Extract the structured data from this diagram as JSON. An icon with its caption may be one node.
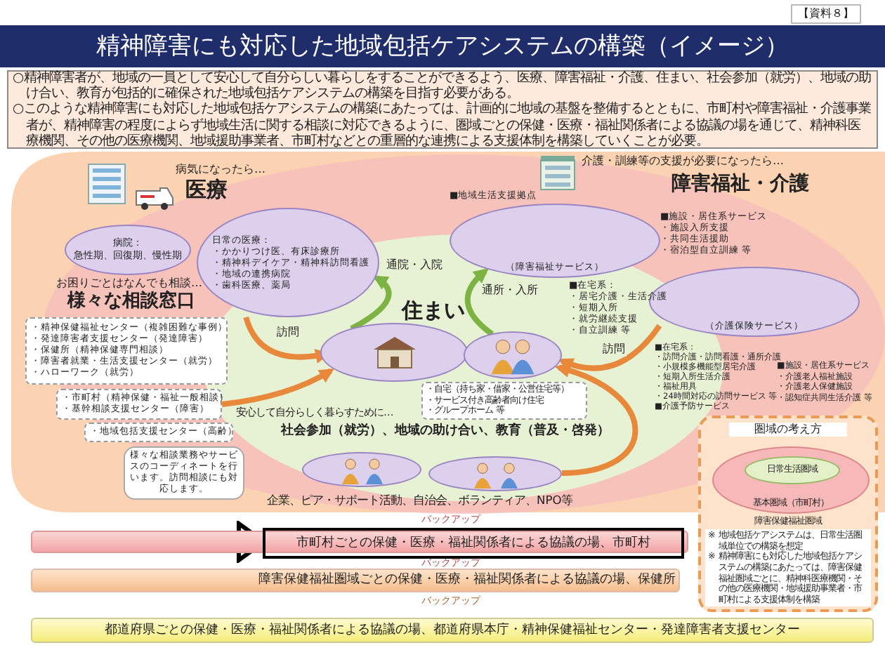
{
  "diagram": {
    "title": "精神障害にも対応した地域包括ケアシステムの構築（イメージ）",
    "nodes": [
      {
        "text": [
          "○精神障害者が、地域の一員として安心して自分らしい暮らしをすることができるよう、医療、障害福祉・介護、住まい、社会参加（就労）、地域の助け合い、教育が包括的に確保された地域包括ケアシステムの構築を目指す必要がある。",
          "○このような精神障害にも対応した地域包括ケアシステムの構築にあたっては、計画的に地域の基盤を整備するとともに、市町村や障害福祉・介護事業者が、精神障害の程度によらず地域生活に関する相談に対応できるように、圏域ごとの保健・医療・福祉関係者による協議の場を通じて、精神科医療機関、その他の医療機関、地域援助事業者、市町村などとの重層的な連携による支援体制を構築していくことが必要。"
        ]
      },
      {
        "text": [
          "病院：",
          "急性期、回復期、慢性期"
        ]
      },
      {
        "text": [
          "日常の医療：",
          "・かかりつけ医、有床診療所",
          "・精神科デイケア・精神科訪問看護",
          "・地域の連携病院",
          "・歯科医療、薬局"
        ]
      },
      {
        "text": [
          "・精神保健福祉センター（複雑困難な事例）",
          "・発達障害者支援センター（発達障害）",
          "・保健所（精神保健専門相談）",
          "・障害者就業・生活支援センター（就労）",
          "・ハローワーク（就労）"
        ]
      },
      {
        "text": [
          "・市町村（精神保健・福祉一般相談）",
          "・基幹相談支援センター（障害）"
        ]
      },
      {
        "text": [
          "・地域包括支援センター（高齢）"
        ]
      },
      {
        "text": [
          "様々な相談業務やサービスのコーディネートを行います。訪問相談にも対応します。"
        ]
      },
      {
        "text": [
          "住まい"
        ]
      },
      {
        "text": [
          "・自宅（持ち家・借家・公営住宅等）",
          "・サービス付き高齢者向け住宅",
          "・グループホーム 等"
        ]
      },
      {
        "text": [],
        "shape": "ellipse"
      },
      {
        "text": [
          "■地域生活支援拠点",
          "（障害福祉サービス）"
        ]
      },
      {
        "text": [
          "（介護保険サービス）"
        ]
      },
      {
        "text": [],
        "shape": "ellipse"
      },
      {
        "text": [],
        "shape": "ellipse"
      },
      {
        "text": [],
        "shape": "bar"
      },
      {
        "text": [
          "市町村ごとの保健・医療・福祉関係者による協議の場、市町村"
        ],
        "in": 14
      },
      {
        "text": [
          "障害保健福祉圏域ごとの保健・医療・福祉関係者による協議の場、保健所"
        ]
      },
      {
        "text": [
          "都道府県ごとの保健・医療・福祉関係者による協議の場、都道府県本庁・精神保健福祉センター・発達障害者支援センター"
        ]
      },
      {
        "text": [
          "圏域の考え方",
          "障害保健福祉圏域",
          "※ 地域包括ケアシステムは、日常生活圏域単位での構築を想定",
          "※ 精神障害にも対応した地域包括ケアシステムの構築にあたっては、障害保健福祉圏域ごとに、精神科医療機関・その他の医療機関・地域援助事業者・市町村による支援体制を構築"
        ]
      },
      {
        "text": [
          "基本圏域（市町村）"
        ],
        "in": 18
      },
      {
        "text": [
          "日常生活圏域"
        ],
        "in": 19
      }
    ],
    "edges": [
      {
        "from": 7,
        "to": 2,
        "arrow": "to",
        "label": "通院・入院",
        "color": "#7cb342"
      },
      {
        "from": 9,
        "to": 10,
        "arrow": "to",
        "label": "通所・入所",
        "color": "#7cb342"
      },
      {
        "from": 2,
        "to": 7,
        "arrow": "to",
        "label": "訪問"
      },
      {
        "from": 11,
        "to": 9,
        "arrow": "to",
        "label": "訪問"
      },
      {
        "from": 4,
        "to": 7,
        "arrow": "to"
      },
      {
        "from": 13,
        "to": 9,
        "arrow": "to"
      },
      {
        "from": null,
        "to": 15,
        "arrow": "to",
        "style": "thick",
        "color": "#000000"
      }
    ],
    "labels": [
      "【資料８】",
      "病気になったら…",
      "医療",
      "お困りごとはなんでも相談…",
      "様々な相談窓口",
      "介護・訓練等の支援が必要になったら…",
      "障害福祉・介護",
      "■施設・居住系サービス",
      "・施設入所支援",
      "・共同生活援助",
      "・宿泊型自立訓練 等",
      "■在宅系：",
      "・居宅介護・生活介護",
      "・短期入所",
      "・就労継続支援",
      "・自立訓練 等",
      "■在宅系：",
      "・訪問介護・訪問看護・通所介護",
      "・小規模多機能型居宅介護",
      "・短期入所生活介護",
      "・福祉用具",
      "・24時間対応の訪問サービス 等",
      "■介護予防サービス",
      "■施設・居住系サービス",
      "・介護老人福祉施設",
      "・介護老人保健施設",
      "・認知症共同生活介護 等",
      "安心して自分らしく暮らすために…",
      "社会参加（就労）、地域の助け合い、教育（普及・啓発）",
      "企業、ピア・サポート活動、自治会、ボランティア、NPO等",
      "バックアップ",
      "バックアップ",
      "バックアップ"
    ]
  }
}
